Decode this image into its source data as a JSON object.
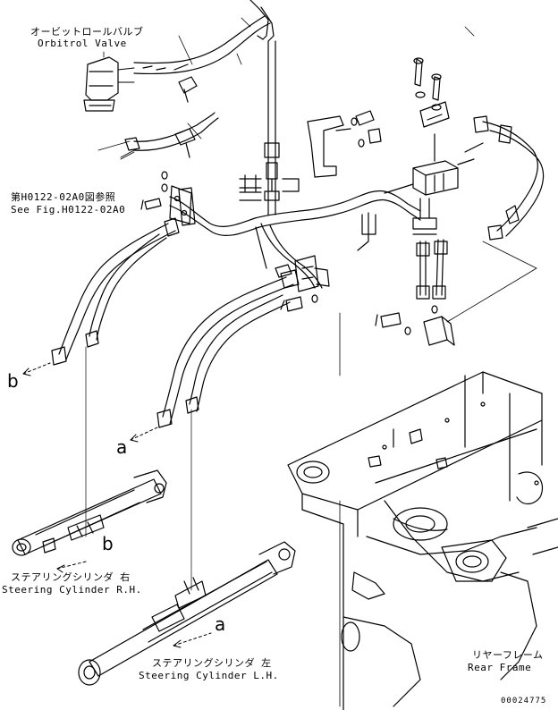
{
  "labels": {
    "orbitrol_jp": "オービットロールバルブ",
    "orbitrol_en": "Orbitrol Valve",
    "see_fig_jp": "第H0122-02A0図参照",
    "see_fig_en": "See Fig.H0122-02A0",
    "steer_rh_jp": "ステアリングシリンダ 右",
    "steer_rh_en": "Steering Cylinder R.H.",
    "steer_lh_jp": "ステアリングシリンダ 左",
    "steer_lh_en": "Steering Cylinder L.H.",
    "rear_frame_jp": "リヤーフレーム",
    "rear_frame_en": "Rear Frame"
  },
  "refs": {
    "a": "a",
    "b": "b"
  },
  "part_number": "00024775"
}
